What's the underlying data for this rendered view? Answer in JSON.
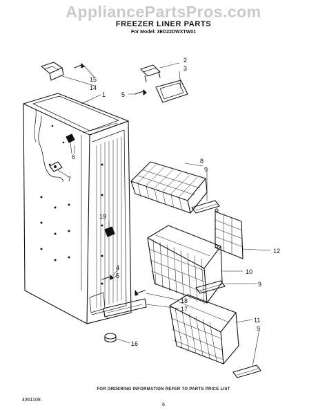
{
  "watermark": "AppliancePartsPros.com",
  "header": {
    "title": "FREEZER LINER PARTS",
    "model": "For Model: 3ED22DWXTW01"
  },
  "callouts": {
    "c1": "1",
    "c2": "2",
    "c3": "3",
    "c4": "4",
    "c5a": "5",
    "c5b": "5",
    "c6": "6",
    "c7": "7",
    "c8": "8",
    "c9a": "9",
    "c9b": "9",
    "c9c": "9",
    "c10": "10",
    "c11": "11",
    "c12": "12",
    "c14": "14",
    "c15": "15",
    "c16": "16",
    "c17": "17",
    "c18": "18",
    "c19": "19"
  },
  "footer": {
    "note": "FOR ORDERING INFORMATION REFER TO PARTS PRICE LIST",
    "doc_number": "4361108",
    "page": "6"
  }
}
